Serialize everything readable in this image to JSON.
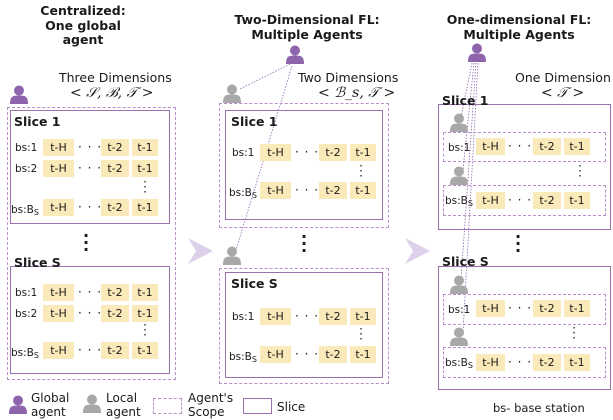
{
  "panels": {
    "centralized": {
      "title_line1": "Centralized:",
      "title_line2": "One global",
      "title_line3": "agent",
      "dimensions": "Three Dimensions",
      "notation": "< 𝒮, ℬ, 𝒯 >"
    },
    "two_dim": {
      "title_line1": "Two-Dimensional FL:",
      "title_line2": "Multiple Agents",
      "dimensions": "Two Dimensions",
      "notation": "< ℬ_s, 𝒯 >"
    },
    "one_dim": {
      "title_line1": "One-dimensional FL:",
      "title_line2": "Multiple Agents",
      "dimensions": "One Dimension",
      "notation": "< 𝒯 >"
    }
  },
  "labels": {
    "slice_1": "Slice 1",
    "slice_s": "Slice S",
    "bs1": "bs:1",
    "bs2": "bs:2",
    "bsB": "bs:B",
    "bsB_sub": "S",
    "t_h": "t-H",
    "t_2": "t-2",
    "t_1": "t-1",
    "dots": "· · ·"
  },
  "legend": {
    "global_agent_1": "Global",
    "global_agent_2": "agent",
    "local_agent_1": "Local",
    "local_agent_2": "agent",
    "scope_1": "Agent's",
    "scope_2": "Scope",
    "slice": "Slice",
    "base_station": "bs- base station"
  },
  "colors": {
    "global_agent": "#8e65ad",
    "local_agent": "#a8a8a8",
    "cell_fill": "#fbeab9",
    "slice_border": "#9b6fb0",
    "scope_border": "#b98fc8",
    "arrow": "#ddd0ea"
  }
}
